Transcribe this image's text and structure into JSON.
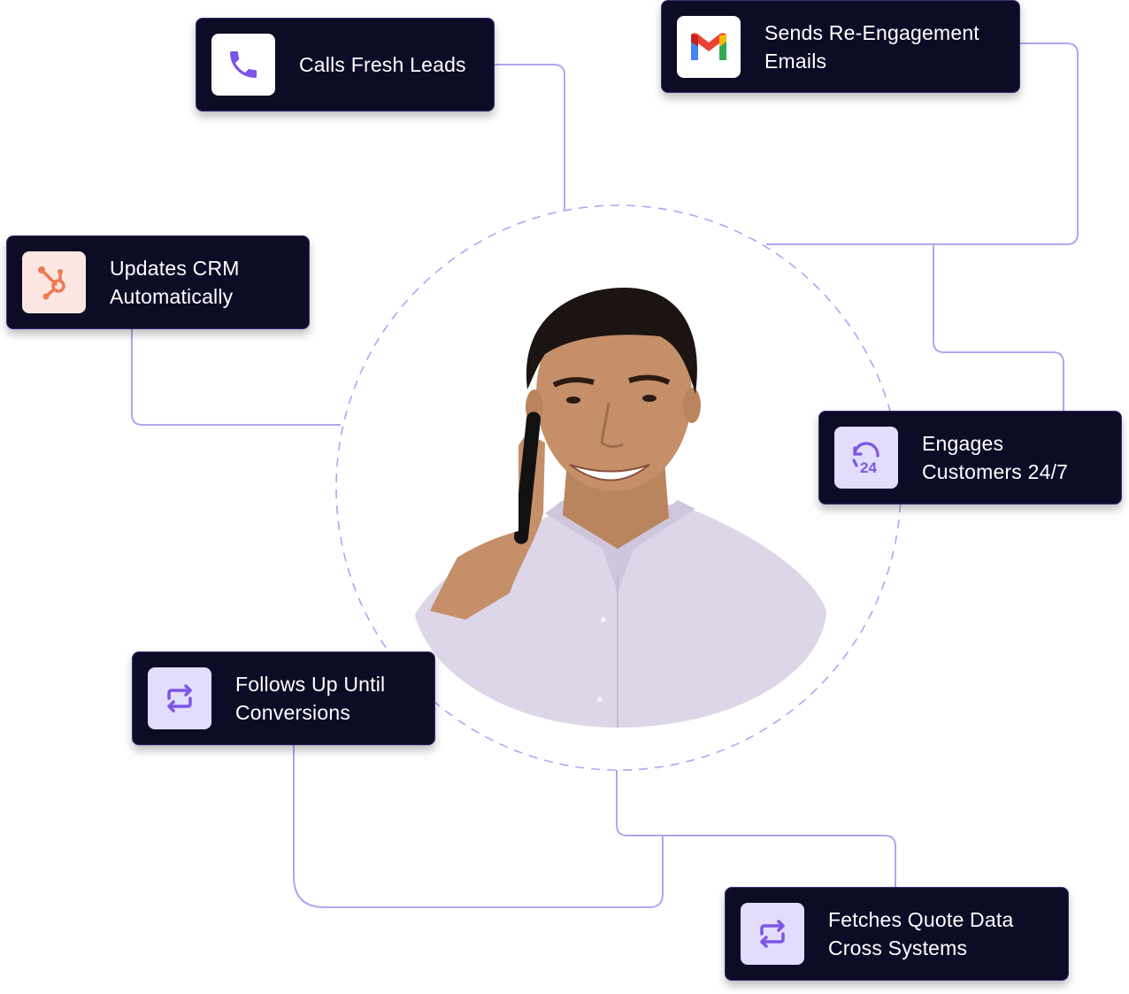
{
  "diagram": {
    "center": {
      "subject": "smiling man in lavender shirt talking on a mobile phone",
      "ring_style": "dashed"
    },
    "cards": [
      {
        "id": "calls",
        "label_lines": [
          "Calls Fresh Leads"
        ],
        "icon": "phone-icon"
      },
      {
        "id": "emails",
        "label_lines": [
          "Sends Re-Engagement",
          "Emails"
        ],
        "icon": "gmail-icon"
      },
      {
        "id": "crm",
        "label_lines": [
          "Updates CRM",
          "Automatically"
        ],
        "icon": "hubspot-icon"
      },
      {
        "id": "engages",
        "label_lines": [
          "Engages",
          "Customers 24/7"
        ],
        "icon": "clock-24-icon"
      },
      {
        "id": "follows",
        "label_lines": [
          "Follows Up Until",
          "Conversions"
        ],
        "icon": "repeat-icon"
      },
      {
        "id": "fetches",
        "label_lines": [
          "Fetches Quote Data",
          "Cross Systems"
        ],
        "icon": "repeat-icon"
      }
    ]
  },
  "colors": {
    "card_bg": "#0d0c26",
    "card_text": "#ffffff",
    "connector": "#b3a4f2",
    "accent_purple": "#7b56e6",
    "icon_tile_lavender": "#e2dcfd",
    "icon_tile_white": "#ffffff",
    "icon_tile_peach": "#fbe6e1",
    "hubspot_orange": "#f0794f"
  }
}
